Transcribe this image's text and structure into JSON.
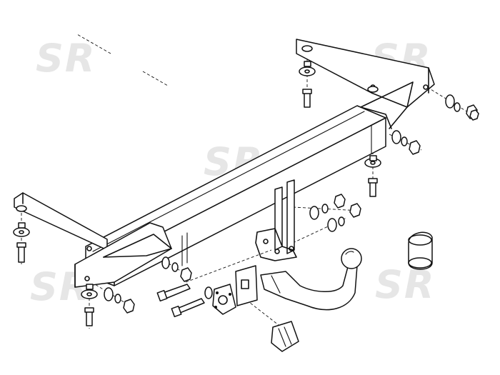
{
  "watermark": {
    "text": "SR",
    "color": "#e6e6e6"
  },
  "diagram": {
    "subject": "tow-bar-assembly",
    "parts": [
      "cross-beam",
      "left-bracket",
      "right-bracket",
      "tow-ball-neck",
      "tow-ball-cap",
      "socket-plate",
      "socket-bracket",
      "bolts",
      "washers",
      "nuts"
    ]
  }
}
